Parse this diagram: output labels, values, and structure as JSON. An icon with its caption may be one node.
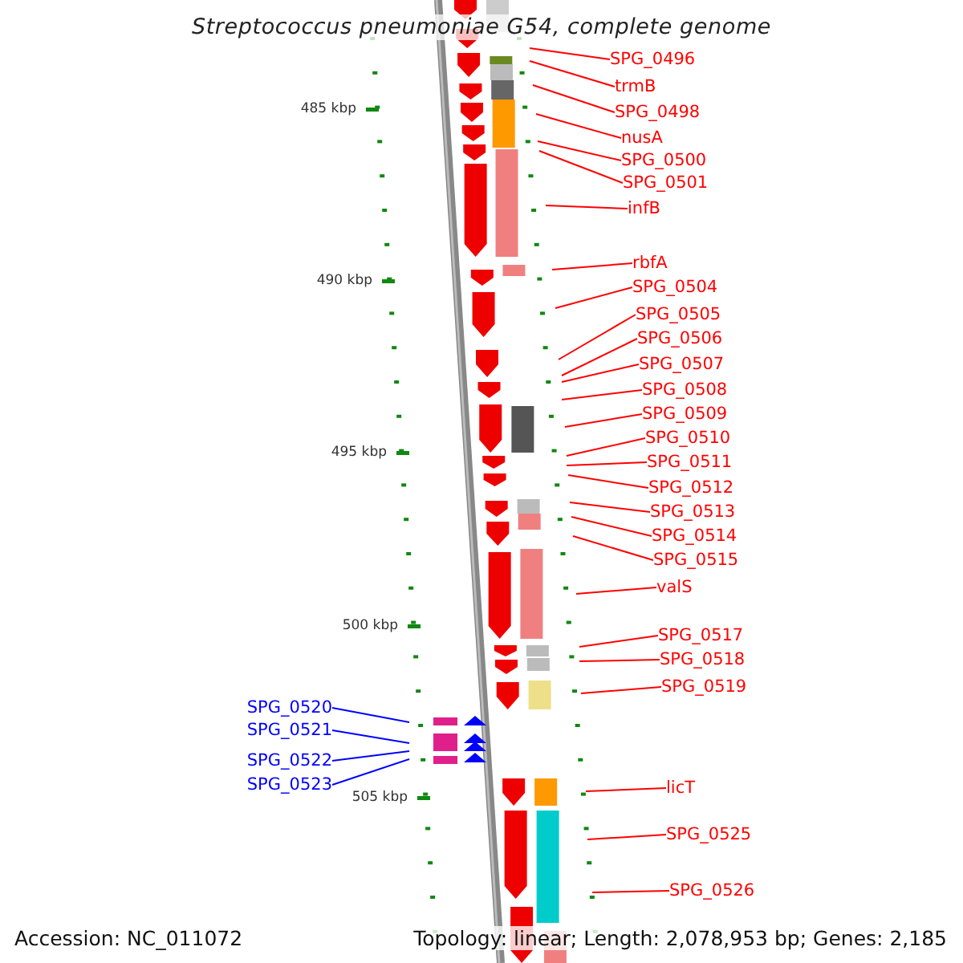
{
  "diagram": {
    "title": "Streptococcus pneumoniae G54, complete genome",
    "nodes": [
      {
        "text": [
          "SPG_0496"
        ]
      },
      {
        "text": [
          "trmB"
        ]
      },
      {
        "text": [
          "SPG_0498"
        ]
      },
      {
        "text": [
          "nusA"
        ]
      },
      {
        "text": [
          "SPG_0500"
        ]
      },
      {
        "text": [
          "SPG_0501"
        ]
      },
      {
        "text": [
          "infB"
        ]
      },
      {
        "text": [
          "rbfA"
        ]
      },
      {
        "text": [
          "SPG_0504"
        ]
      },
      {
        "text": [
          "SPG_0505"
        ]
      },
      {
        "text": [
          "SPG_0506"
        ]
      },
      {
        "text": [
          "SPG_0507"
        ]
      },
      {
        "text": [
          "SPG_0508"
        ]
      },
      {
        "text": [
          "SPG_0509"
        ]
      },
      {
        "text": [
          "SPG_0510"
        ]
      },
      {
        "text": [
          "SPG_0511"
        ]
      },
      {
        "text": [
          "SPG_0512"
        ]
      },
      {
        "text": [
          "SPG_0513"
        ]
      },
      {
        "text": [
          "SPG_0514"
        ]
      },
      {
        "text": [
          "SPG_0515"
        ]
      },
      {
        "text": [
          "valS"
        ]
      },
      {
        "text": [
          "SPG_0517"
        ]
      },
      {
        "text": [
          "SPG_0518"
        ]
      },
      {
        "text": [
          "SPG_0519"
        ]
      },
      {
        "text": [
          "SPG_0520"
        ]
      },
      {
        "text": [
          "SPG_0521"
        ]
      },
      {
        "text": [
          "SPG_0522"
        ]
      },
      {
        "text": [
          "SPG_0523"
        ]
      },
      {
        "text": [
          "licT"
        ]
      },
      {
        "text": [
          "SPG_0525"
        ]
      },
      {
        "text": [
          "SPG_0526"
        ]
      }
    ],
    "edges": [
      {
        "from": 0,
        "to": null,
        "arrow": "none"
      },
      {
        "from": 1,
        "to": null,
        "arrow": "none"
      },
      {
        "from": 2,
        "to": null,
        "arrow": "none"
      },
      {
        "from": 3,
        "to": null,
        "arrow": "none"
      },
      {
        "from": 4,
        "to": null,
        "arrow": "none"
      },
      {
        "from": 5,
        "to": null,
        "arrow": "none"
      },
      {
        "from": 6,
        "to": null,
        "arrow": "none"
      },
      {
        "from": 7,
        "to": null,
        "arrow": "none"
      },
      {
        "from": 8,
        "to": null,
        "arrow": "none"
      },
      {
        "from": 9,
        "to": null,
        "arrow": "none"
      },
      {
        "from": 10,
        "to": null,
        "arrow": "none"
      },
      {
        "from": 11,
        "to": null,
        "arrow": "none"
      },
      {
        "from": 12,
        "to": null,
        "arrow": "none"
      },
      {
        "from": 13,
        "to": null,
        "arrow": "none"
      },
      {
        "from": 14,
        "to": null,
        "arrow": "none"
      },
      {
        "from": 15,
        "to": null,
        "arrow": "none"
      },
      {
        "from": 16,
        "to": null,
        "arrow": "none"
      },
      {
        "from": 17,
        "to": null,
        "arrow": "none"
      },
      {
        "from": 18,
        "to": null,
        "arrow": "none"
      },
      {
        "from": 19,
        "to": null,
        "arrow": "none"
      },
      {
        "from": 20,
        "to": null,
        "arrow": "none"
      },
      {
        "from": 21,
        "to": null,
        "arrow": "none"
      },
      {
        "from": 22,
        "to": null,
        "arrow": "none"
      },
      {
        "from": 23,
        "to": null,
        "arrow": "none"
      },
      {
        "from": 24,
        "to": null,
        "arrow": "none",
        "color": "#0000ff"
      },
      {
        "from": 25,
        "to": null,
        "arrow": "none",
        "color": "#0000ff"
      },
      {
        "from": 26,
        "to": null,
        "arrow": "none",
        "color": "#0000ff"
      },
      {
        "from": 27,
        "to": null,
        "arrow": "none",
        "color": "#0000ff"
      },
      {
        "from": 28,
        "to": null,
        "arrow": "none"
      },
      {
        "from": 29,
        "to": null,
        "arrow": "none"
      },
      {
        "from": 30,
        "to": null,
        "arrow": "none"
      }
    ],
    "labels": [
      "485 kbp",
      "490 kbp",
      "495 kbp",
      "500 kbp",
      "505 kbp",
      "Accession: NC_011072",
      "Topology: linear; Length: 2,078,953 bp; Genes: 2,185"
    ]
  }
}
